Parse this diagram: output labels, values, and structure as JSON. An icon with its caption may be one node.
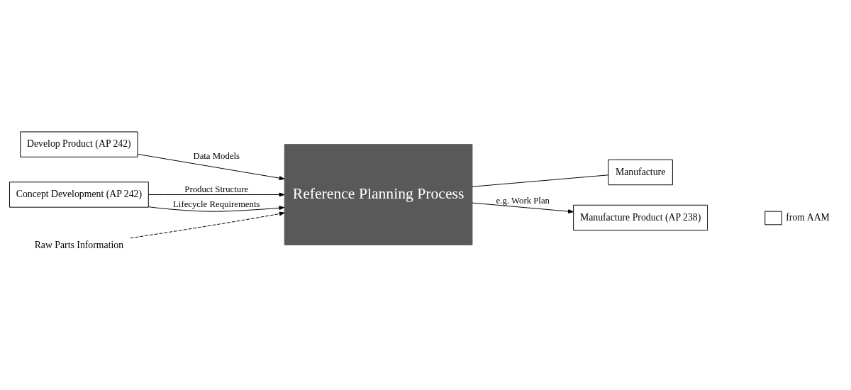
{
  "diagram": {
    "nodes": [
      {
        "text": [
          "Develop Product (AP 242)"
        ]
      },
      {
        "text": [
          "Concept Development (AP 242)"
        ]
      },
      {
        "text": [
          "Reference Planning Process"
        ]
      },
      {
        "text": [
          "Manufacture"
        ]
      },
      {
        "text": [
          "Manufacture Product (AP 238)"
        ]
      },
      {
        "text": [
          "Raw Parts Information"
        ]
      }
    ],
    "edges": [
      {
        "from": 0,
        "to": 2,
        "arrow": "to",
        "label": "Data Models"
      },
      {
        "from": 1,
        "to": 2,
        "arrow": "to",
        "label": "Product Structure"
      },
      {
        "from": 1,
        "to": 2,
        "arrow": "to",
        "label": "Lifecycle Requirements"
      },
      {
        "from": 5,
        "to": 2,
        "arrow": "to",
        "style": "dashed"
      },
      {
        "from": 2,
        "to": 3,
        "arrow": "none"
      },
      {
        "from": 2,
        "to": 4,
        "arrow": "to",
        "label": "e.g. Work Plan"
      }
    ],
    "legend": [
      {
        "text": "from AAM"
      }
    ]
  }
}
